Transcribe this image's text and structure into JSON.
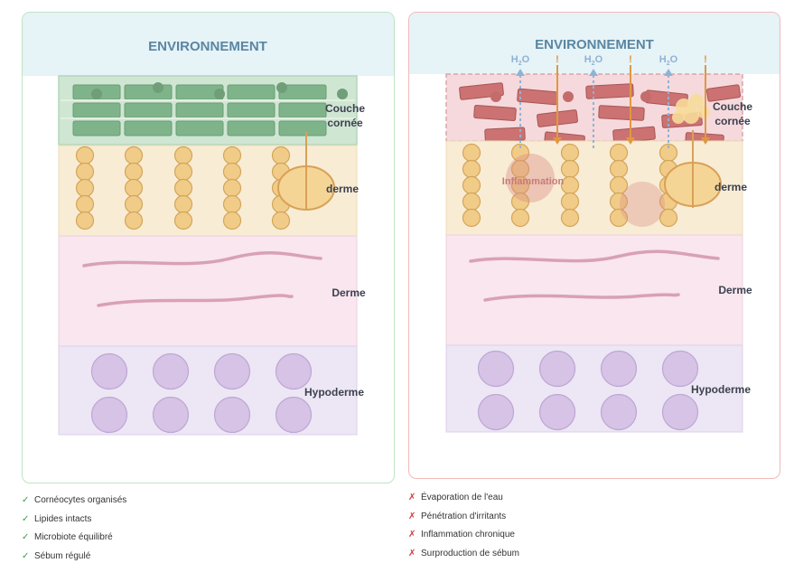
{
  "colors": {
    "environment_band": "#e6f3f7",
    "environment_text": "#5a86a2",
    "stratum_green": "#7fb48a",
    "stratum_damaged": "#cc7272",
    "epidermis_bg": "#f8ecd4",
    "keratinocyte": "#f1cc88",
    "dermis_bg": "#f9e6ee",
    "collagen": "#d9a0b6",
    "hypodermis_bg": "#ede6f4",
    "adipocyte": "#d6c3e6",
    "label": "#3c4150",
    "healthy_border": "#bfe4c4",
    "damaged_border": "#f2b9b9",
    "water_arrow": "#8fb3d4",
    "irritant_arrow": "#e09840",
    "inflammation": "#d98c84",
    "check_ok": "#3a9e46",
    "check_bad": "#d33b3b"
  },
  "healthy": {
    "environment_title": "ENVIRONNEMENT",
    "layers": {
      "stratum_corneum": [
        "Couche",
        "cornée"
      ],
      "epidermis": "derme",
      "dermis": "Derme",
      "hypodermis": "Hypoderme"
    },
    "checklist": [
      {
        "mark": "✓",
        "text": "Cornéocytes organisés"
      },
      {
        "mark": "✓",
        "text": "Lipides intacts"
      },
      {
        "mark": "✓",
        "text": "Microbiote équilibré"
      },
      {
        "mark": "✓",
        "text": "Sébum régulé"
      }
    ]
  },
  "damaged": {
    "environment_title": "ENVIRONNEMENT",
    "water_label": "H",
    "water_subscript": "2",
    "water_suffix": "O",
    "irritant_label": "!",
    "inflammation_label": "Inflammation",
    "layers": {
      "stratum_corneum": [
        "Couche",
        "cornée"
      ],
      "epidermis": "derme",
      "dermis": "Derme",
      "hypodermis": "Hypoderme"
    },
    "checklist": [
      {
        "mark": "✗",
        "text": "Évaporation de l'eau"
      },
      {
        "mark": "✗",
        "text": "Pénétration d'irritants"
      },
      {
        "mark": "✗",
        "text": "Inflammation chronique"
      },
      {
        "mark": "✗",
        "text": "Surproduction de sébum"
      }
    ]
  }
}
